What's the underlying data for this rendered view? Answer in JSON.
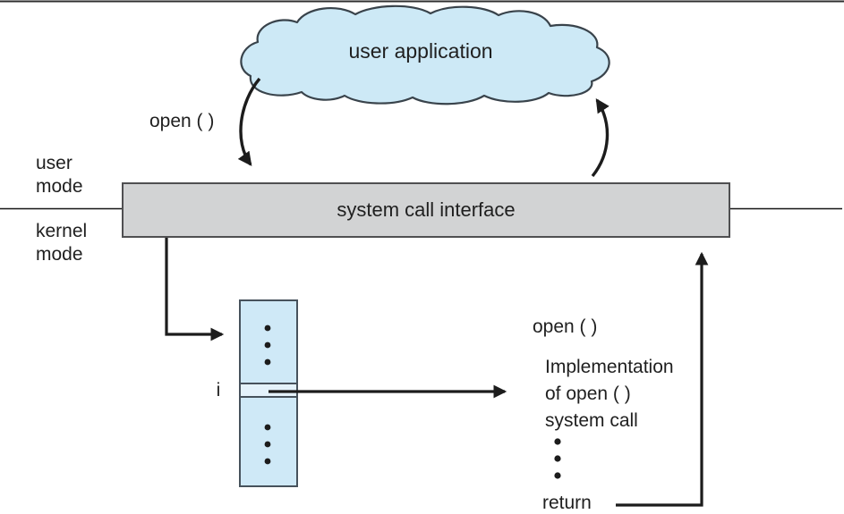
{
  "figure": {
    "labels": {
      "user_application": "user application",
      "open_call": "open ( )",
      "user_mode": [
        "user",
        "mode"
      ],
      "kernel_mode": [
        "kernel",
        "mode"
      ],
      "system_call_interface": "system call interface",
      "table_index": "i",
      "impl_heading": "open ( )",
      "impl_lines": [
        "Implementation",
        "of open ( )",
        "system call"
      ],
      "return_label": "return"
    },
    "colors": {
      "cloud_fill": "#cde9f6",
      "table_fill": "#cfe9f7",
      "slot_fill": "#e4f2fb",
      "bar_fill": "#d2d3d4",
      "ink": "#1c1c1c"
    }
  }
}
